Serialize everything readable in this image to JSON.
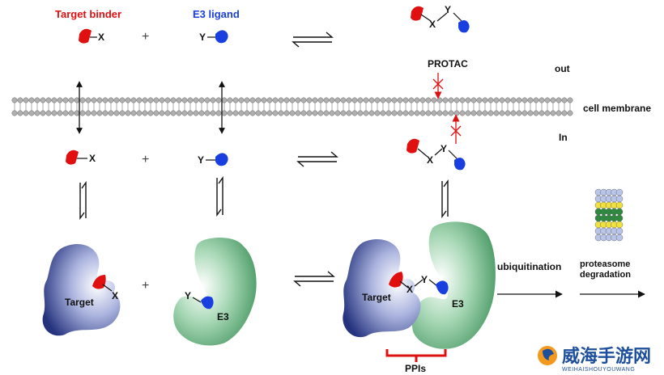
{
  "legend": {
    "target_binder": "Target binder",
    "e3_ligand": "E3 ligand"
  },
  "labels": {
    "x": "X",
    "y": "Y",
    "plus": "+",
    "protac": "PROTAC",
    "out": "out",
    "in": "In",
    "cell_membrane": "cell membrane",
    "target": "Target",
    "e3": "E3",
    "ubiquitination": "ubiquitination",
    "proteasome_line1": "proteasome",
    "proteasome_line2": "degradation",
    "ppis": "PPIs"
  },
  "watermark": {
    "chinese": "威海手游网",
    "english": "WEIHAISHOUYOUWANG"
  },
  "colors": {
    "target_binder": "#e01010",
    "e3_ligand": "#1a3fe0",
    "target_protein": "#2a3a8c",
    "e3_protein": "#3e9a5e",
    "membrane_bead": "#b0b0b0"
  }
}
